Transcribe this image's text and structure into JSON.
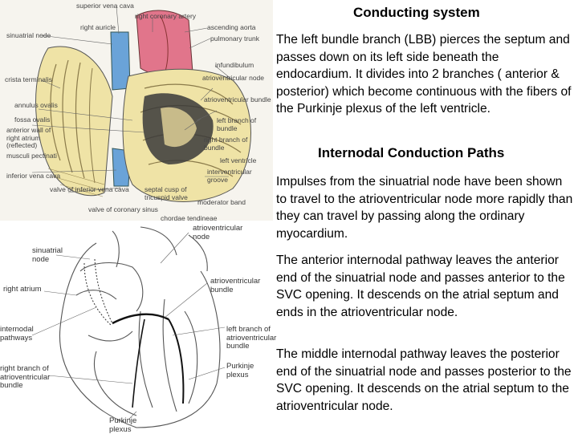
{
  "heading_conducting": "Conducting system",
  "para_lbb": "The left bundle branch (LBB) pierces the septum and passes down on its left side beneath the endocardium. It divides into 2 branches ( anterior & posterior) which become continuous with the fibers of the Purkinje plexus of the left ventricle.",
  "heading_internodal": "Internodal Conduction Paths",
  "para_impulses": "Impulses from the sinuatrial node have been shown to travel to the atrioventricular node more rapidly than they can travel by passing along the ordinary myocardium.",
  "para_anterior": "The anterior internodal pathway leaves the anterior end of the sinuatrial node and passes anterior to the SVC opening. It descends on the atrial septum and ends in the atrioventricular node.",
  "para_middle": "The middle internodal pathway leaves the posterior end of the sinuatrial node and passes posterior to the SVC opening. It descends on the atrial septum to the atrioventricular node.",
  "diagram_top": {
    "labels": {
      "svc": "superior vena cava",
      "right_coronary": "right coronary artery",
      "ascending_aorta": "ascending aorta",
      "right_auricle": "right auricle",
      "pulmonary_trunk": "pulmonary trunk",
      "sinuatrial": "sinuatrial node",
      "infundibulum": "infundibulum",
      "crista": "crista terminalis",
      "av_node": "atrioventricular node",
      "annulus": "annulus ovalis",
      "av_bundle": "atrioventricular bundle",
      "fossa": "fossa ovalis",
      "ant_wall": "anterior wall of right atrium (reflected)",
      "left_branch": "left branch of bundle",
      "musculi": "musculi pectinati",
      "right_branch": "right branch of bundle",
      "left_ventricle": "left ventricle",
      "ivc": "inferior vena cava",
      "interventricular": "interventricular groove",
      "valve_ivc": "valve of inferior vena cava",
      "septal_cusp": "septal cusp of tricuspid valve",
      "valve_cs": "valve of coronary sinus",
      "moderator": "moderator band",
      "chordae": "chordae tendineae"
    }
  },
  "diagram_bottom": {
    "labels": {
      "av_node": "atrioventricular node",
      "sa_node": "sinuatrial node",
      "right_atrium": "right atrium",
      "av_bundle": "atrioventricular bundle",
      "internodal": "internodal pathways",
      "left_branch": "left branch of atrioventricular bundle",
      "right_branch": "right branch of atrioventricular bundle",
      "purkinje_r": "Purkinje plexus",
      "purkinje_b": "Purkinje plexus"
    }
  }
}
